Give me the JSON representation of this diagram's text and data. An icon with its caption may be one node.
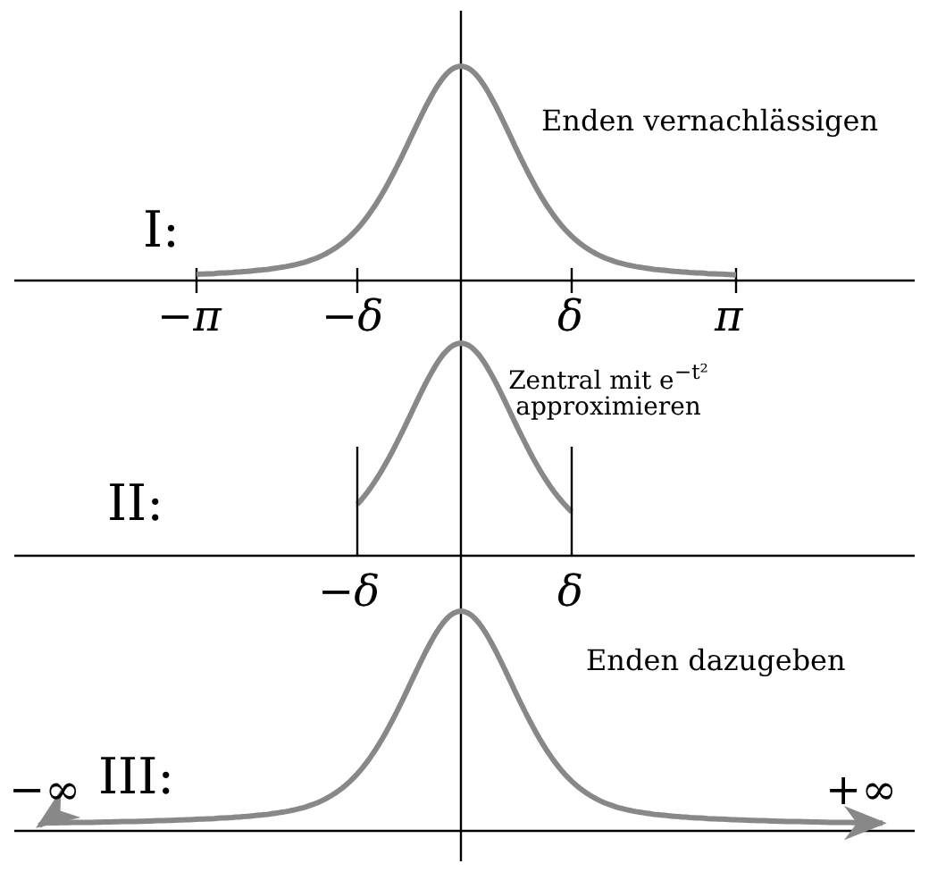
{
  "diagram": {
    "labels": [
      "I:",
      "Enden vernachlässigen",
      "−π",
      "−δ",
      "δ",
      "π",
      "II:",
      "Zentral mit e$^{−t²}$ approximieren",
      "−δ",
      "δ",
      "III:",
      "Enden dazugeben",
      "−∞",
      "+∞"
    ]
  }
}
